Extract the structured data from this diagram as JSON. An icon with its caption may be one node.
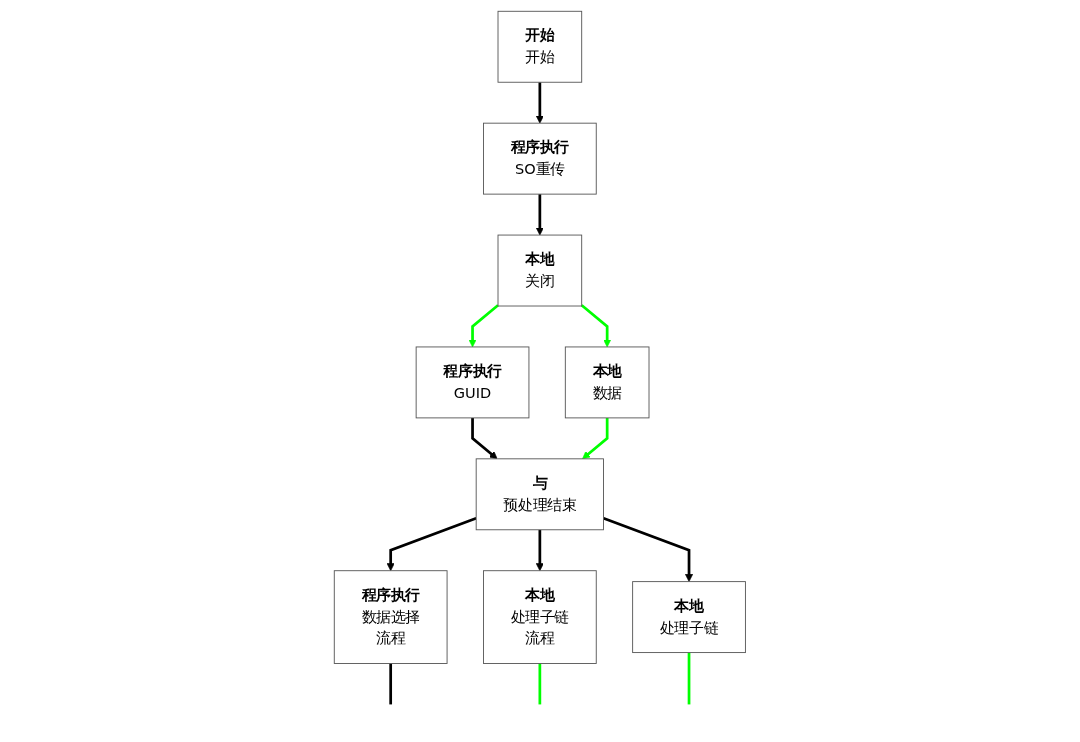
{
  "diagram": {
    "nodes": [
      {
        "text": [
          "开始",
          "开始"
        ]
      },
      {
        "text": [
          "程序执行",
          "SO重传"
        ]
      },
      {
        "text": [
          "本地",
          "关闭"
        ]
      },
      {
        "text": [
          "程序执行",
          "GUID"
        ]
      },
      {
        "text": [
          "本地",
          "数据"
        ]
      },
      {
        "text": [
          "与",
          "预处理结束"
        ]
      },
      {
        "text": [
          "本地",
          "处理子链"
        ]
      },
      {
        "text": [
          "程序执行",
          "数据选择",
          "流程"
        ]
      },
      {
        "text": [
          "本地",
          "处理子链",
          "流程"
        ]
      }
    ],
    "edges": [
      {
        "from": 0,
        "to": 1,
        "arrow": "to"
      },
      {
        "from": 1,
        "to": 2,
        "arrow": "to"
      },
      {
        "from": 2,
        "to": 3,
        "arrow": "to",
        "color": "#00ff00"
      },
      {
        "from": 2,
        "to": 4,
        "arrow": "to",
        "color": "#00ff00"
      },
      {
        "from": 3,
        "to": 5,
        "arrow": "to"
      },
      {
        "from": 4,
        "to": 5,
        "arrow": "to",
        "color": "#00ff00"
      },
      {
        "from": 5,
        "to": 7,
        "arrow": "to"
      },
      {
        "from": 5,
        "to": 8,
        "arrow": "to"
      },
      {
        "from": 5,
        "to": 6,
        "arrow": "to"
      },
      {
        "from": 7,
        "to": null,
        "arrow": "none"
      },
      {
        "from": 8,
        "to": null,
        "arrow": "none",
        "color": "#00ff00"
      },
      {
        "from": 6,
        "to": null,
        "arrow": "none",
        "color": "#00ff00"
      }
    ]
  }
}
